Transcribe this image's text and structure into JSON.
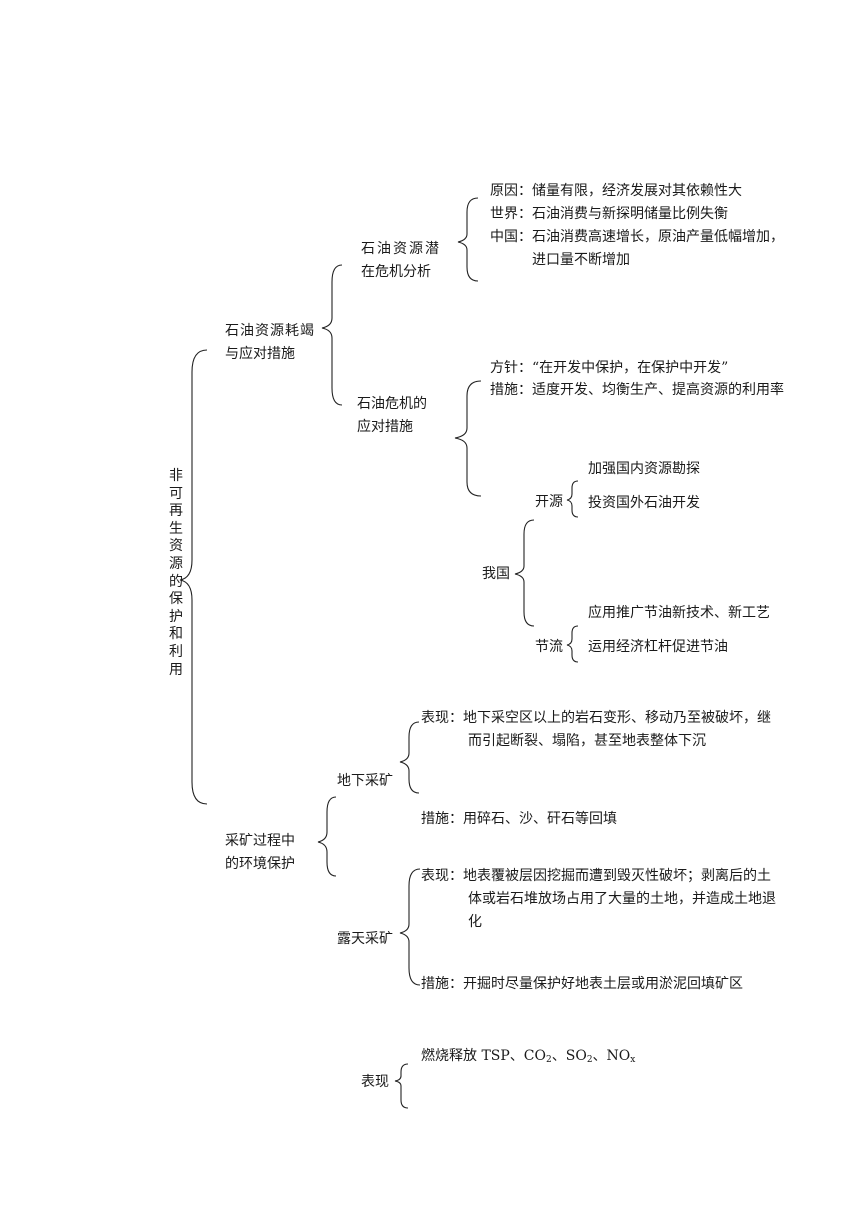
{
  "root": {
    "label": "非可再生资源的保护和利用"
  },
  "oil": {
    "label_line1": "石油资源耗竭",
    "label_line2": "与应对措施",
    "crisis_analysis": {
      "label_line1": "石油资源潜",
      "label_line2": "在危机分析",
      "cause": "原因：储量有限，经济发展对其依赖性大",
      "world": "世界：石油消费与新探明储量比例失衡",
      "china_line1": "中国：石油消费高速增长，原油产量低幅增加，",
      "china_line2": "进口量不断增加"
    },
    "measures": {
      "label_line1": "石油危机的",
      "label_line2": "应对措施",
      "policy": "方针：“在开发中保护，在保护中开发”",
      "measure": "措施：适度开发、均衡生产、提高资源的利用率",
      "our_country": {
        "label": "我国",
        "kaiyuan": {
          "label": "开源",
          "items": [
            "加强国内资源勘探",
            "投资国外石油开发"
          ]
        },
        "jieliu": {
          "label": "节流",
          "items": [
            "应用推广节油新技术、新工艺",
            "运用经济杠杆促进节油"
          ]
        }
      }
    }
  },
  "mining": {
    "label_line1": "采矿过程中",
    "label_line2": "的环境保护",
    "underground": {
      "label": "地下采矿",
      "manifest_line1": "表现：地下采空区以上的岩石变形、移动乃至被破坏，继",
      "manifest_line2": "而引起断裂、塌陷，甚至地表整体下沉",
      "measure": "措施：用碎石、沙、矸石等回填"
    },
    "open_pit": {
      "label": "露天采矿",
      "manifest_line1": "表现：地表覆被层因挖掘而遭到毁灭性破坏；剥离后的土",
      "manifest_line2": "体或岩石堆放场占用了大量的土地，并造成土地退",
      "manifest_line3": "化",
      "measure": "措施：开掘时尽量保护好地表土层或用淤泥回填矿区"
    }
  },
  "combustion": {
    "label": "表现",
    "prefix": "燃烧释放 TSP、CO",
    "sub1": "2",
    "sep1": "、SO",
    "sub2": "2",
    "sep2": "、NO",
    "sub3": "x"
  }
}
